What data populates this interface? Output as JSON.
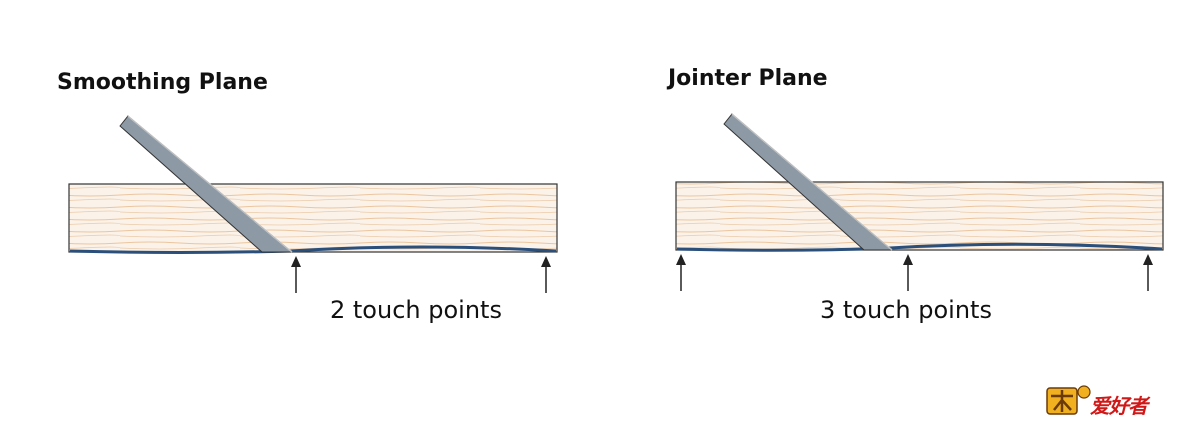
{
  "panels": [
    {
      "title": "Smoothing Plane",
      "caption": "2 touch points"
    },
    {
      "title": "Jointer Plane",
      "caption": "3 touch points"
    }
  ],
  "logo": {
    "text": "爱好者",
    "icon": "wood-tool-logo-icon",
    "text_color": "#d01818"
  },
  "colors": {
    "wood_grain": "#e8b98a",
    "board_fill": "#fbf3ea",
    "board_edge": "#2a4f7a",
    "plane_blade": "#8d9aa6",
    "arrow": "#222222"
  }
}
